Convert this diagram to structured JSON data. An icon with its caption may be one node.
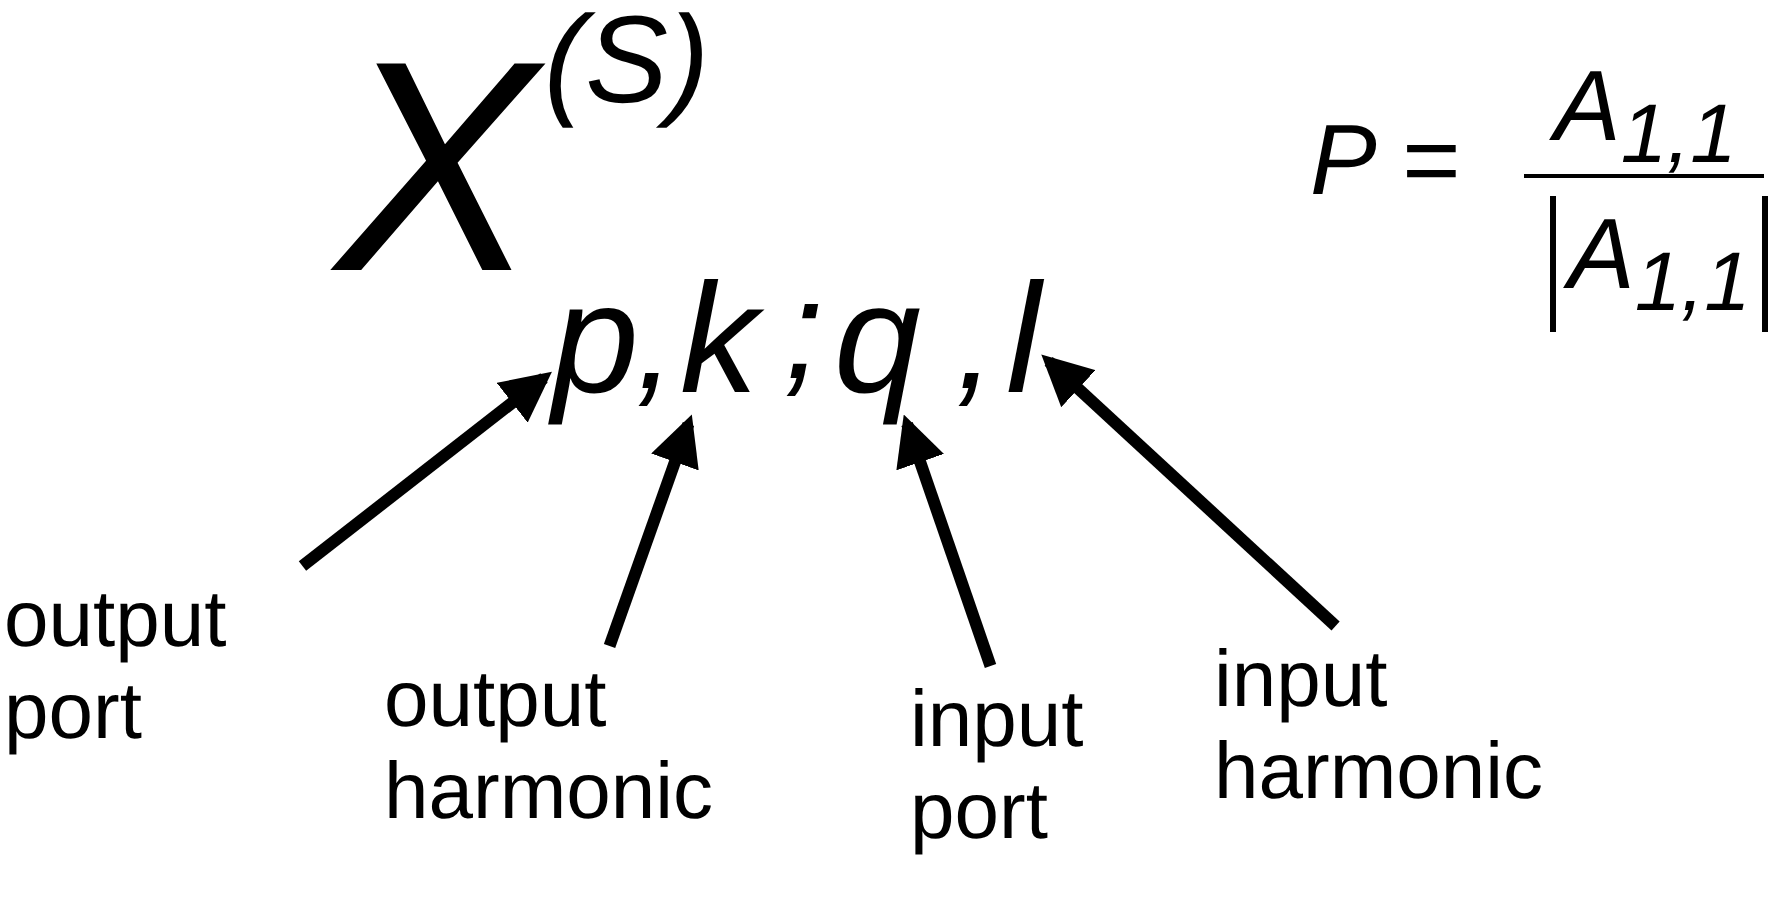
{
  "diagram": {
    "nodes": [
      {
        "text": [
          "p"
        ]
      },
      {
        "text": [
          "k"
        ]
      },
      {
        "text": [
          "q"
        ]
      },
      {
        "text": [
          "l"
        ]
      },
      {
        "text": [
          "output port"
        ]
      },
      {
        "text": [
          "output harmonic"
        ]
      },
      {
        "text": [
          "input port"
        ]
      },
      {
        "text": [
          "input harmonic"
        ]
      }
    ],
    "edges": [
      {
        "from": 4,
        "to": 0,
        "arrow": "to"
      },
      {
        "from": 5,
        "to": 1,
        "arrow": "to"
      },
      {
        "from": 6,
        "to": 2,
        "arrow": "to"
      },
      {
        "from": 7,
        "to": 3,
        "arrow": "to"
      }
    ],
    "labels": [
      "X",
      "(S)",
      ",",
      ";",
      ",",
      "P =",
      "A$_{1,1}$",
      "A$_{1,1}$"
    ]
  }
}
